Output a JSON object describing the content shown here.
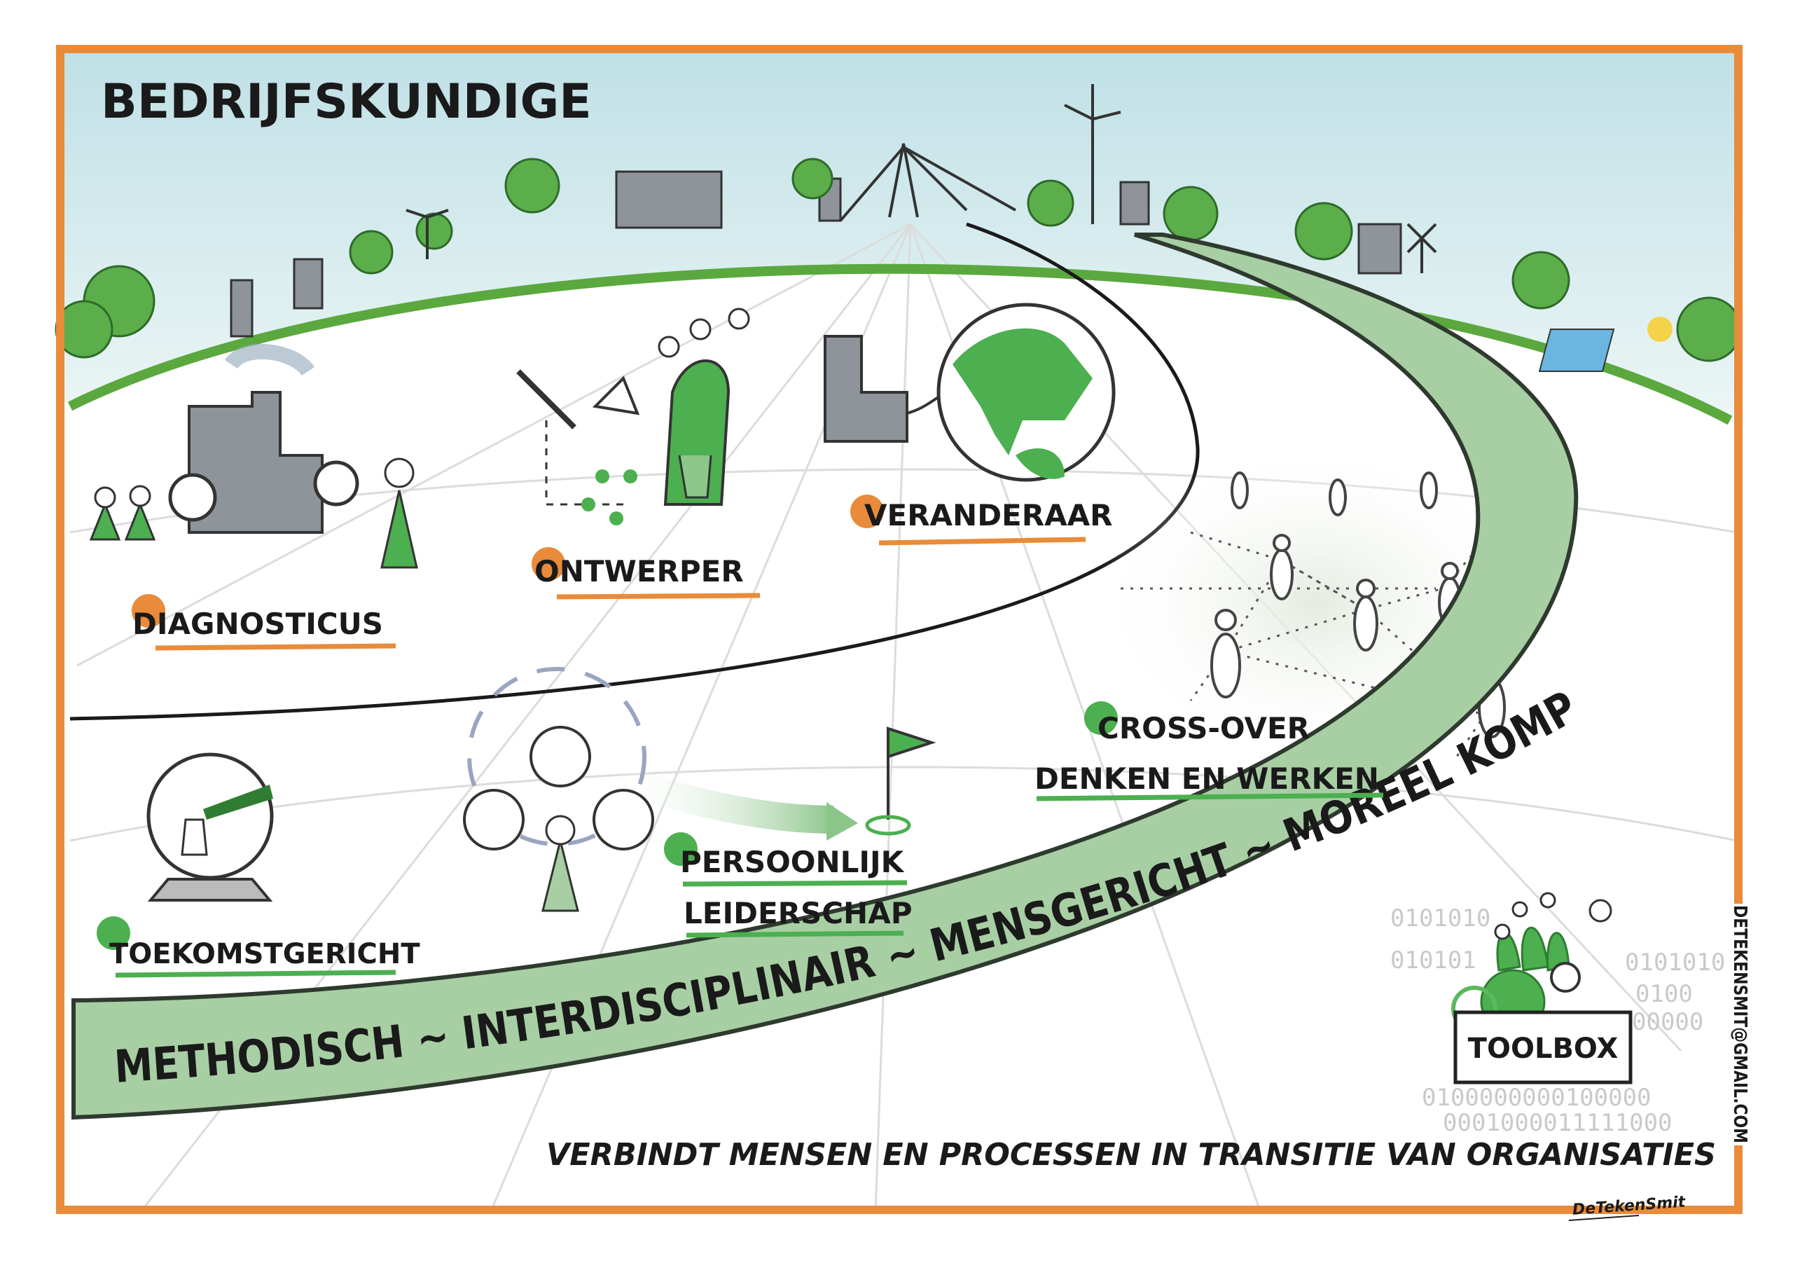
{
  "title": "BEDRIJFSKUNDIGE",
  "roles": {
    "diagnosticus": "DIAGNOSTICUS",
    "ontwerper": "ONTWERPER",
    "veranderaar": "VERANDERAAR",
    "cross_over_1": "CROSS-OVER",
    "cross_over_2": "DENKEN EN WERKEN",
    "leiderschap_1": "PERSOONLIJK",
    "leiderschap_2": "LEIDERSCHAP",
    "toekomstgericht": "TOEKOMSTGERICHT"
  },
  "band_text": "METHODISCH ~ INTERDISCIPLINAIR ~ MENSGERICHT ~ MOREEL KOMPAS",
  "toolbox": {
    "label": "TOOLBOX",
    "binary": [
      "0101010",
      "0101010",
      "010101",
      "0100",
      "00000",
      "0100000000100000",
      "0001000011111000"
    ]
  },
  "tagline": "VERBINDT MENSEN EN PROCESSEN IN TRANSITIE VAN ORGANISATIES",
  "contact": "DETEKENSMIT@GMAIL.COM",
  "signature": "DeTekenSmit",
  "colors": {
    "frame": "#e98b3a",
    "green": "#4caf50",
    "band": "#a8cfa4",
    "dark_green": "#2e7d32",
    "sky": "#d7ecef"
  }
}
